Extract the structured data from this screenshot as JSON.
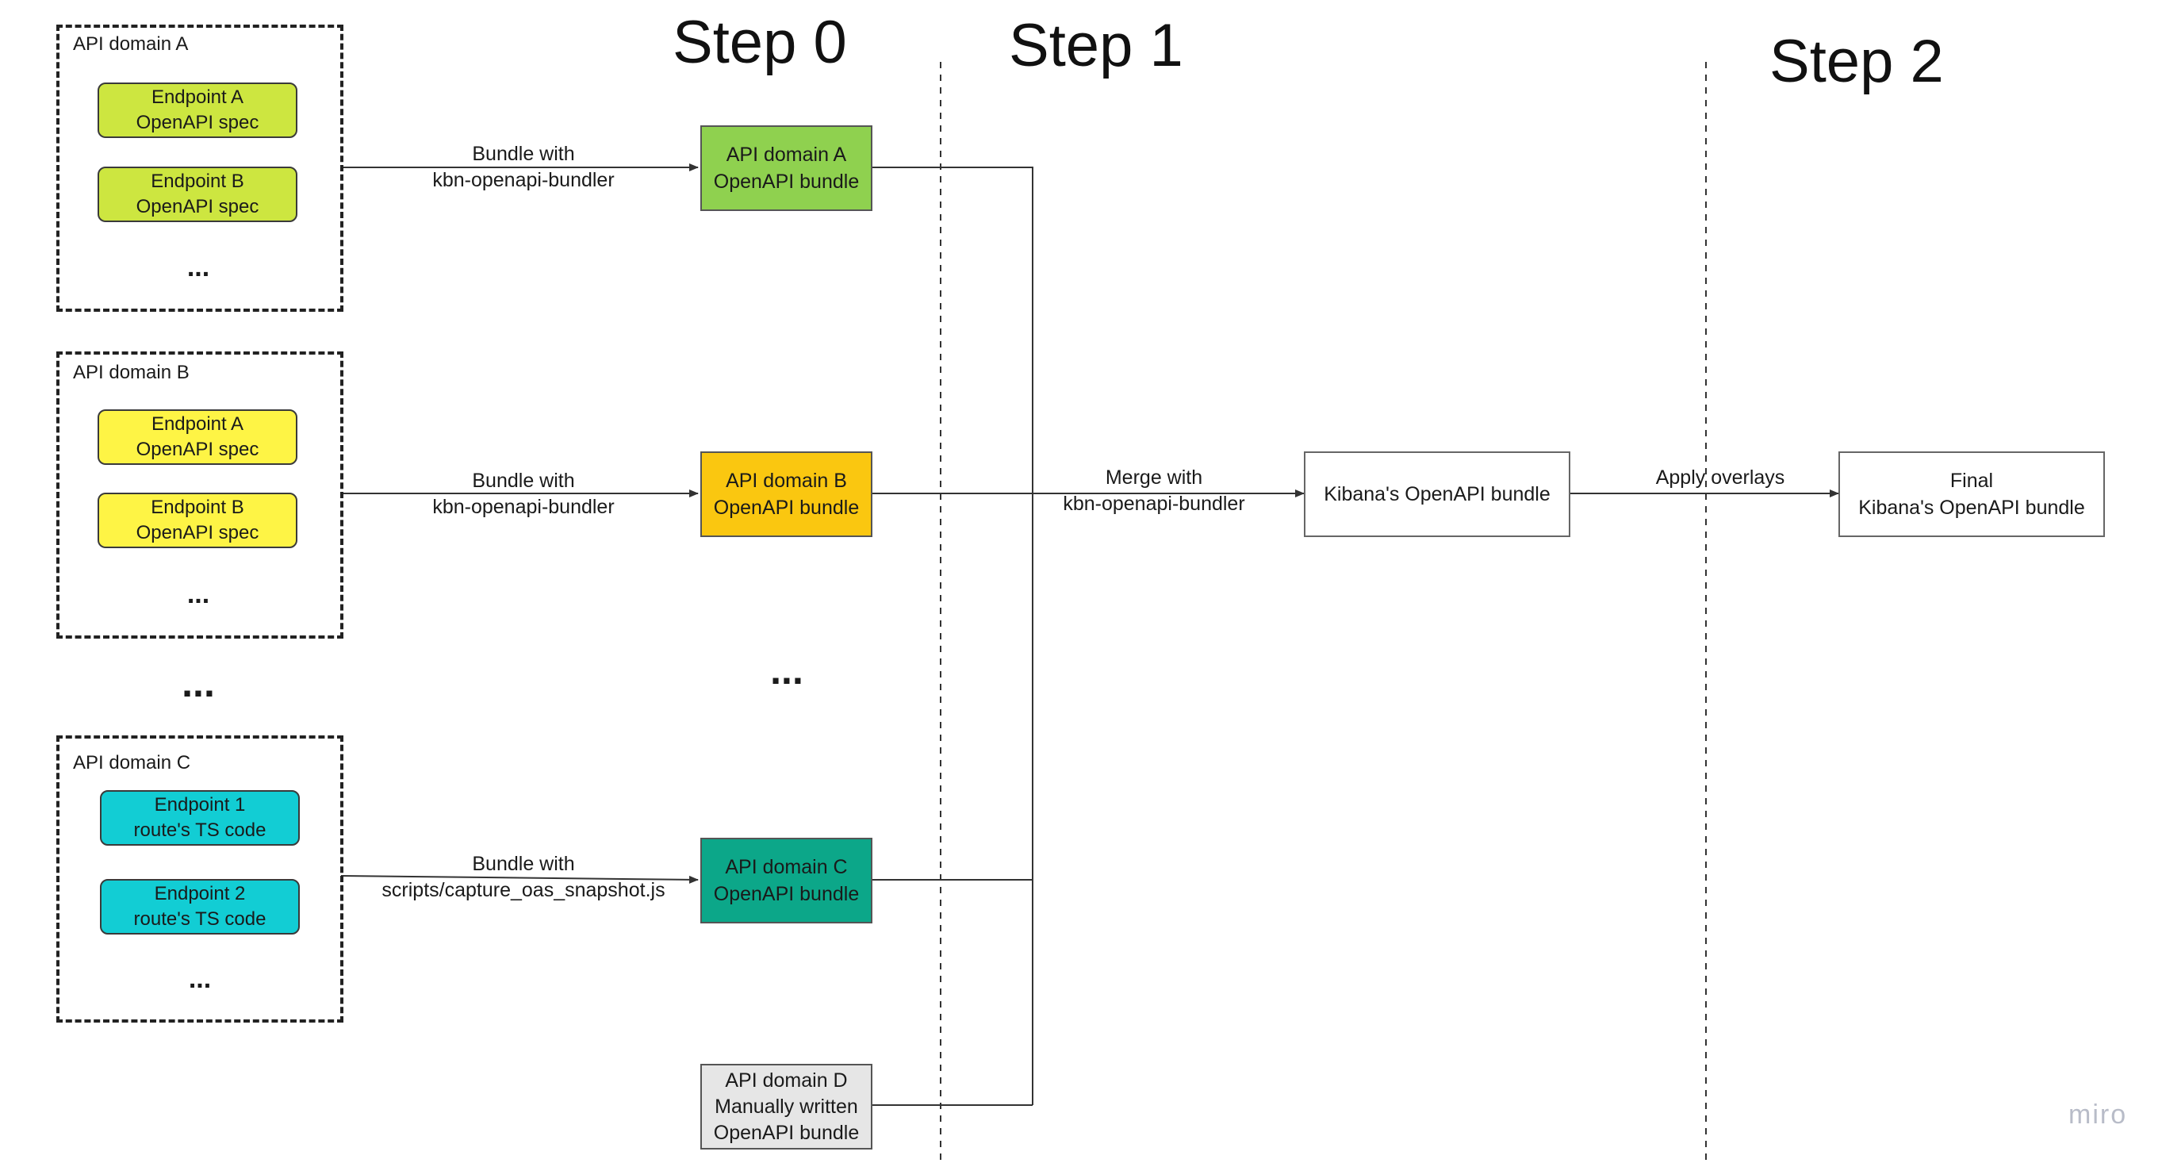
{
  "steps": {
    "step0": "Step 0",
    "step1": "Step 1",
    "step2": "Step 2"
  },
  "groups": {
    "a": {
      "title": "API domain A",
      "ep1": [
        "Endpoint A",
        "OpenAPI spec"
      ],
      "ep2": [
        "Endpoint B",
        "OpenAPI spec"
      ],
      "more": "..."
    },
    "b": {
      "title": "API domain B",
      "ep1": [
        "Endpoint A",
        "OpenAPI spec"
      ],
      "ep2": [
        "Endpoint B",
        "OpenAPI spec"
      ],
      "more": "..."
    },
    "between": "...",
    "c": {
      "title": "API domain C",
      "ep1": [
        "Endpoint 1",
        "route's TS code"
      ],
      "ep2": [
        "Endpoint 2",
        "route's TS code"
      ],
      "more": "..."
    }
  },
  "edges": {
    "a": [
      "Bundle with",
      "kbn-openapi-bundler"
    ],
    "b": [
      "Bundle with",
      "kbn-openapi-bundler"
    ],
    "c": [
      "Bundle with",
      "scripts/capture_oas_snapshot.js"
    ],
    "merge": [
      "Merge with",
      "kbn-openapi-bundler"
    ],
    "overlays": "Apply overlays"
  },
  "bundles": {
    "a": [
      "API domain A",
      "OpenAPI bundle"
    ],
    "b": [
      "API domain B",
      "OpenAPI bundle"
    ],
    "more": "...",
    "c": [
      "API domain C",
      "OpenAPI bundle"
    ],
    "d": [
      "API domain D",
      "Manually written",
      "OpenAPI bundle"
    ]
  },
  "kibana_bundle": "Kibana's OpenAPI bundle",
  "final_bundle": [
    "Final",
    "Kibana's OpenAPI bundle"
  ],
  "watermark": "miro",
  "colors": {
    "endpoint_domain_a": "#cde640",
    "endpoint_domain_b": "#fef445",
    "endpoint_domain_c": "#12cdd4",
    "bundle_a": "#8fd14f",
    "bundle_b": "#fac710",
    "bundle_c": "#0ca789",
    "bundle_d": "#e6e6e6"
  }
}
